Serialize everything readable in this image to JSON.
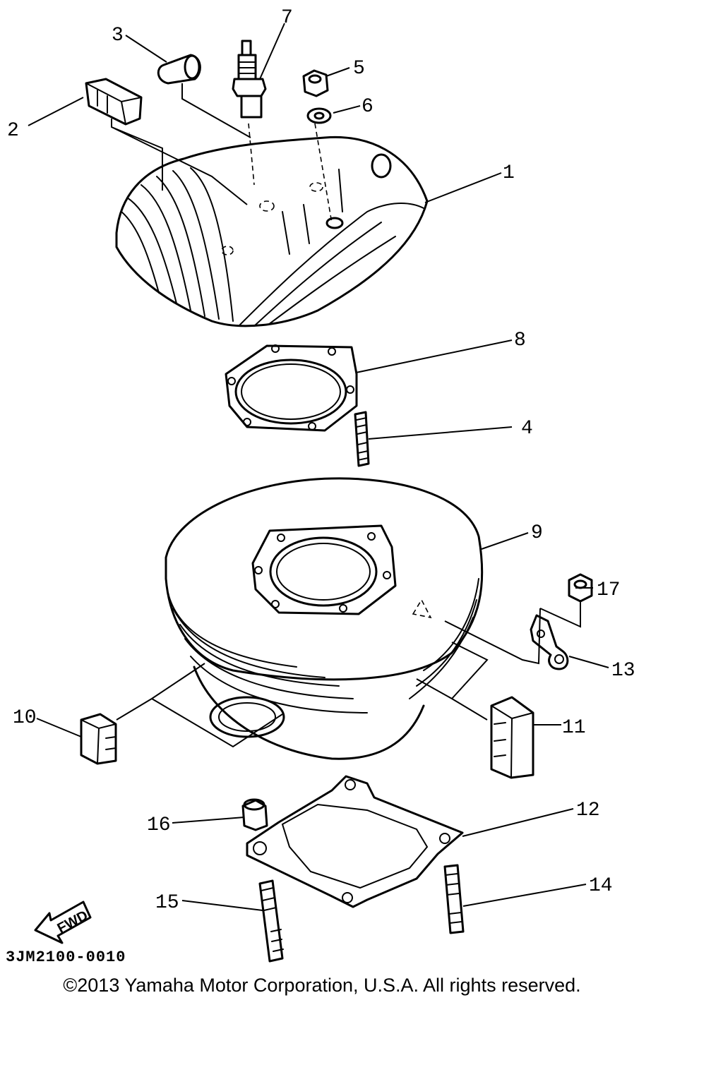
{
  "diagram": {
    "code": "3JM2100-0010",
    "copyright": "©2013 Yamaha Motor Corporation, U.S.A. All rights reserved.",
    "fwd_label": "FWD",
    "callouts": [
      "1",
      "2",
      "3",
      "4",
      "5",
      "6",
      "7",
      "8",
      "9",
      "10",
      "11",
      "12",
      "13",
      "14",
      "15",
      "16",
      "17"
    ]
  }
}
